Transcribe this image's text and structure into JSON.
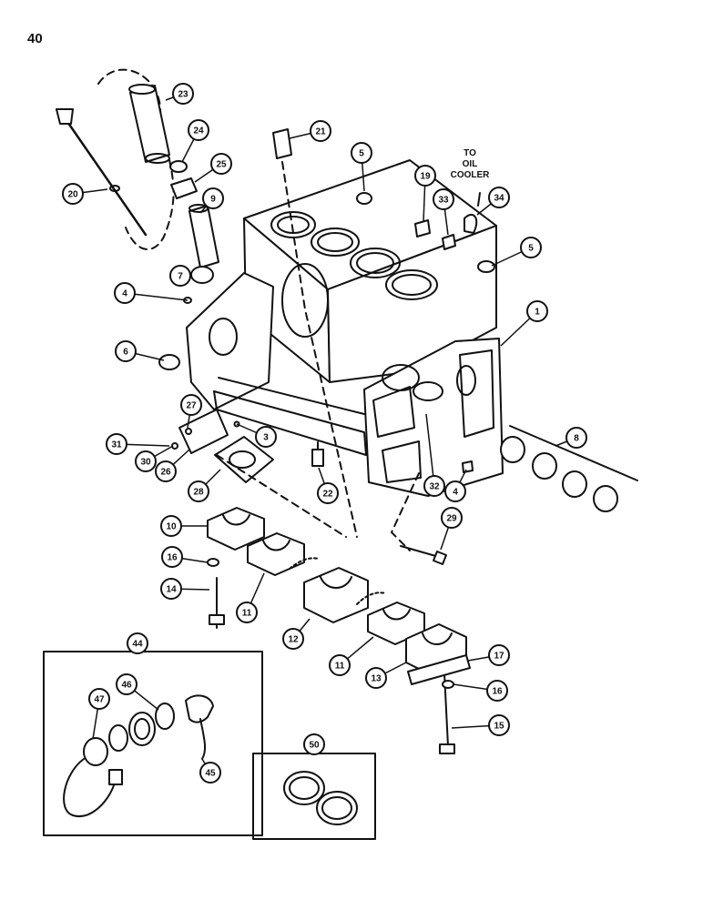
{
  "page_number": "40",
  "note": [
    "TO",
    "OIL",
    "COOLER"
  ],
  "callouts": [
    "1",
    "3",
    "4",
    "4",
    "5",
    "5",
    "6",
    "7",
    "8",
    "9",
    "10",
    "11",
    "11",
    "12",
    "13",
    "14",
    "15",
    "16",
    "16",
    "17",
    "19",
    "20",
    "21",
    "22",
    "23",
    "24",
    "25",
    "26",
    "27",
    "28",
    "29",
    "30",
    "31",
    "32",
    "33",
    "34",
    "44",
    "45",
    "46",
    "47",
    "50"
  ],
  "colors": {
    "ink": "#111111",
    "paper": "#ffffff",
    "shade": "#555555"
  }
}
